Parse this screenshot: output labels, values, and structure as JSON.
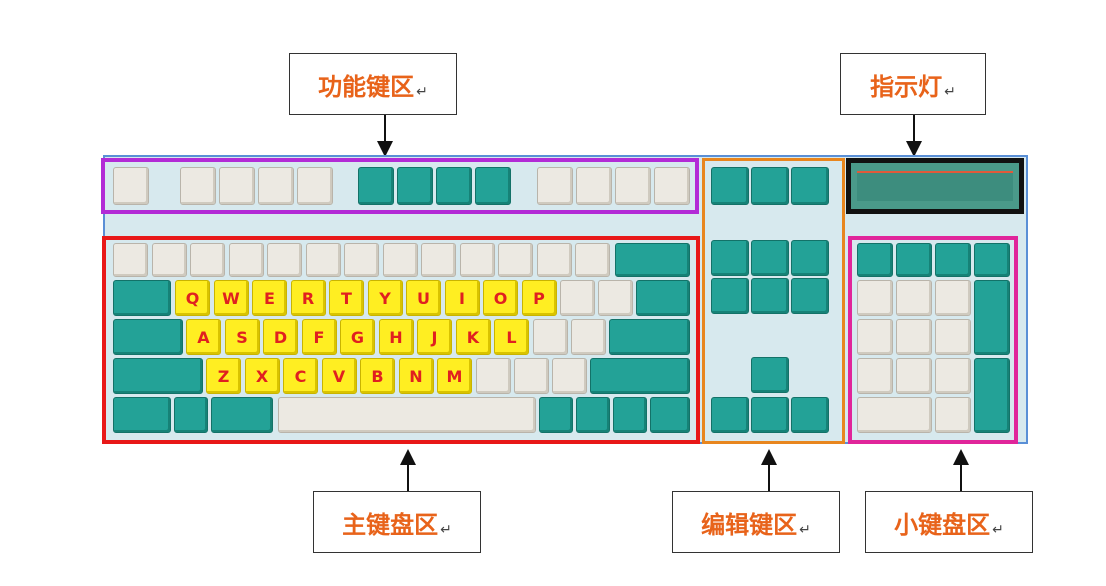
{
  "labels": {
    "function_keys": "功能键区",
    "indicator": "指示灯",
    "main_keys": "主键盘区",
    "edit_keys": "编辑键区",
    "numpad": "小键盘区",
    "return_mark": "↵"
  },
  "letter_rows": {
    "row1": [
      "Q",
      "W",
      "E",
      "R",
      "T",
      "Y",
      "U",
      "I",
      "O",
      "P"
    ],
    "row2": [
      "A",
      "S",
      "D",
      "F",
      "G",
      "H",
      "J",
      "K",
      "L"
    ],
    "row3": [
      "Z",
      "X",
      "C",
      "V",
      "B",
      "N",
      "M"
    ]
  },
  "colors": {
    "function_zone": "#b22bd6",
    "main_zone": "#e81818",
    "edit_zone": "#e8861e",
    "numpad_zone": "#e0259a",
    "indicator_zone": "#111111",
    "label_text": "#e8631a"
  }
}
